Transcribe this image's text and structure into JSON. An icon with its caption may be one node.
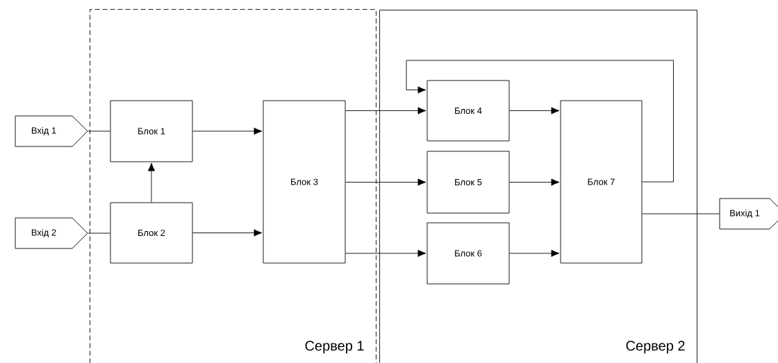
{
  "diagram": {
    "nodes": [
      {
        "text": [
          "Сервер 1"
        ]
      },
      {
        "text": [
          "Сервер 2"
        ]
      },
      {
        "text": [
          "Вхід 1"
        ]
      },
      {
        "text": [
          "Вхід 2"
        ]
      },
      {
        "text": [
          "Блок 1"
        ],
        "in": 0
      },
      {
        "text": [
          "Блок 2"
        ],
        "in": 0
      },
      {
        "text": [
          "Блок 3"
        ],
        "in": 0
      },
      {
        "text": [
          "Блок 4"
        ],
        "in": 1
      },
      {
        "text": [
          "Блок 5"
        ],
        "in": 1
      },
      {
        "text": [
          "Блок 6"
        ],
        "in": 1
      },
      {
        "text": [
          "Блок 7"
        ],
        "in": 1
      },
      {
        "text": [
          "Вихід 1"
        ]
      }
    ],
    "edges": [
      {
        "from": 2,
        "to": 4,
        "arrow": "none"
      },
      {
        "from": 3,
        "to": 5,
        "arrow": "none"
      },
      {
        "from": 5,
        "to": 4,
        "arrow": "to"
      },
      {
        "from": 4,
        "to": 6,
        "arrow": "to"
      },
      {
        "from": 5,
        "to": 6,
        "arrow": "to"
      },
      {
        "from": 6,
        "to": 7,
        "arrow": "to"
      },
      {
        "from": 6,
        "to": 8,
        "arrow": "to"
      },
      {
        "from": 6,
        "to": 9,
        "arrow": "to"
      },
      {
        "from": 7,
        "to": 10,
        "arrow": "to"
      },
      {
        "from": 8,
        "to": 10,
        "arrow": "to"
      },
      {
        "from": 9,
        "to": 10,
        "arrow": "to"
      },
      {
        "from": 10,
        "to": 7,
        "arrow": "to"
      },
      {
        "from": 10,
        "to": 11,
        "arrow": "none"
      }
    ]
  }
}
